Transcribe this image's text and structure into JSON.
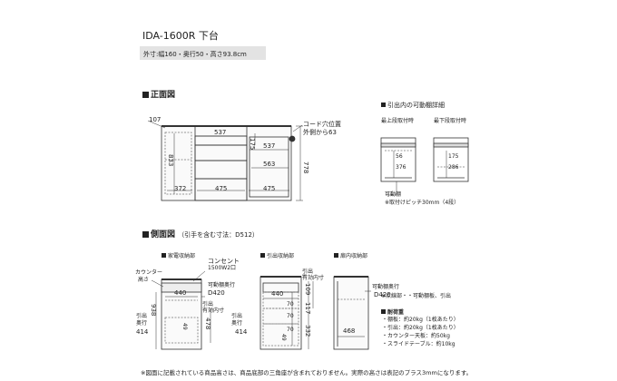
{
  "header": {
    "title": "IDA-1600R 下台",
    "spec": "外寸:幅160・奥行50・高さ93.8cm"
  },
  "front_view": {
    "heading": "正面図",
    "dims": {
      "d107": "107",
      "d537a": "537",
      "d537b": "537",
      "d175": "175",
      "d833": "833",
      "d563": "563",
      "d778": "778",
      "d372": "372",
      "d475a": "475",
      "d475b": "475"
    },
    "cord_label_1": "コード穴位置",
    "cord_label_2": "外側から63"
  },
  "detail_view": {
    "heading": "引出内の可動棚詳細",
    "top_label": "最上段取付時",
    "bottom_label": "最下段取付時",
    "d56": "56",
    "d376": "376",
    "d175": "175",
    "d286": "286",
    "note_1": "可動棚",
    "note_2": "※取付けピッチ30mm（4段）"
  },
  "side_view": {
    "heading": "側面図",
    "heading_note": "（引手を含む寸法：D512）",
    "panel1_label": "家電収納部",
    "panel2_label": "引出収納部",
    "panel3_label": "扉内収納部",
    "consent_1": "コンセント",
    "consent_2": "1500W2口",
    "counter_1": "カウンター",
    "counter_2": "高さ",
    "d440a": "440",
    "shelf_1": "可動棚奥行",
    "shelf_2": "D420",
    "d938": "938",
    "inner_1": "引出",
    "inner_2": "有効内寸",
    "d478": "478",
    "drawer_1": "引出",
    "drawer_2": "奥行",
    "d414a": "414",
    "d49a": "49",
    "p2_drawer_1": "引出",
    "p2_drawer_2": "有効内寸",
    "d440b": "440",
    "d70a": "70",
    "d70b": "70",
    "d70c": "70",
    "d109": "109",
    "d117": "117",
    "d332": "332",
    "d49b": "49",
    "p2_depth_1": "引出",
    "p2_depth_2": "奥行",
    "d414b": "414",
    "p3_shelf_1": "可動棚奥行",
    "p3_shelf_2": "D420",
    "d468": "468"
  },
  "notes": {
    "legend": "※点線部・・可動棚板、引出",
    "load_heading": "耐荷重",
    "loads": [
      "・棚板：約20kg（1枚あたり）",
      "・引出：約20kg（1枚あたり）",
      "・カウンター天板：約50kg",
      "・スライドテーブル：約10kg"
    ]
  },
  "footer": "※図面に記載されている商品高さは、商品底部の三角座が含まれておりません。実際の高さは表記のプラス3mmになります。"
}
